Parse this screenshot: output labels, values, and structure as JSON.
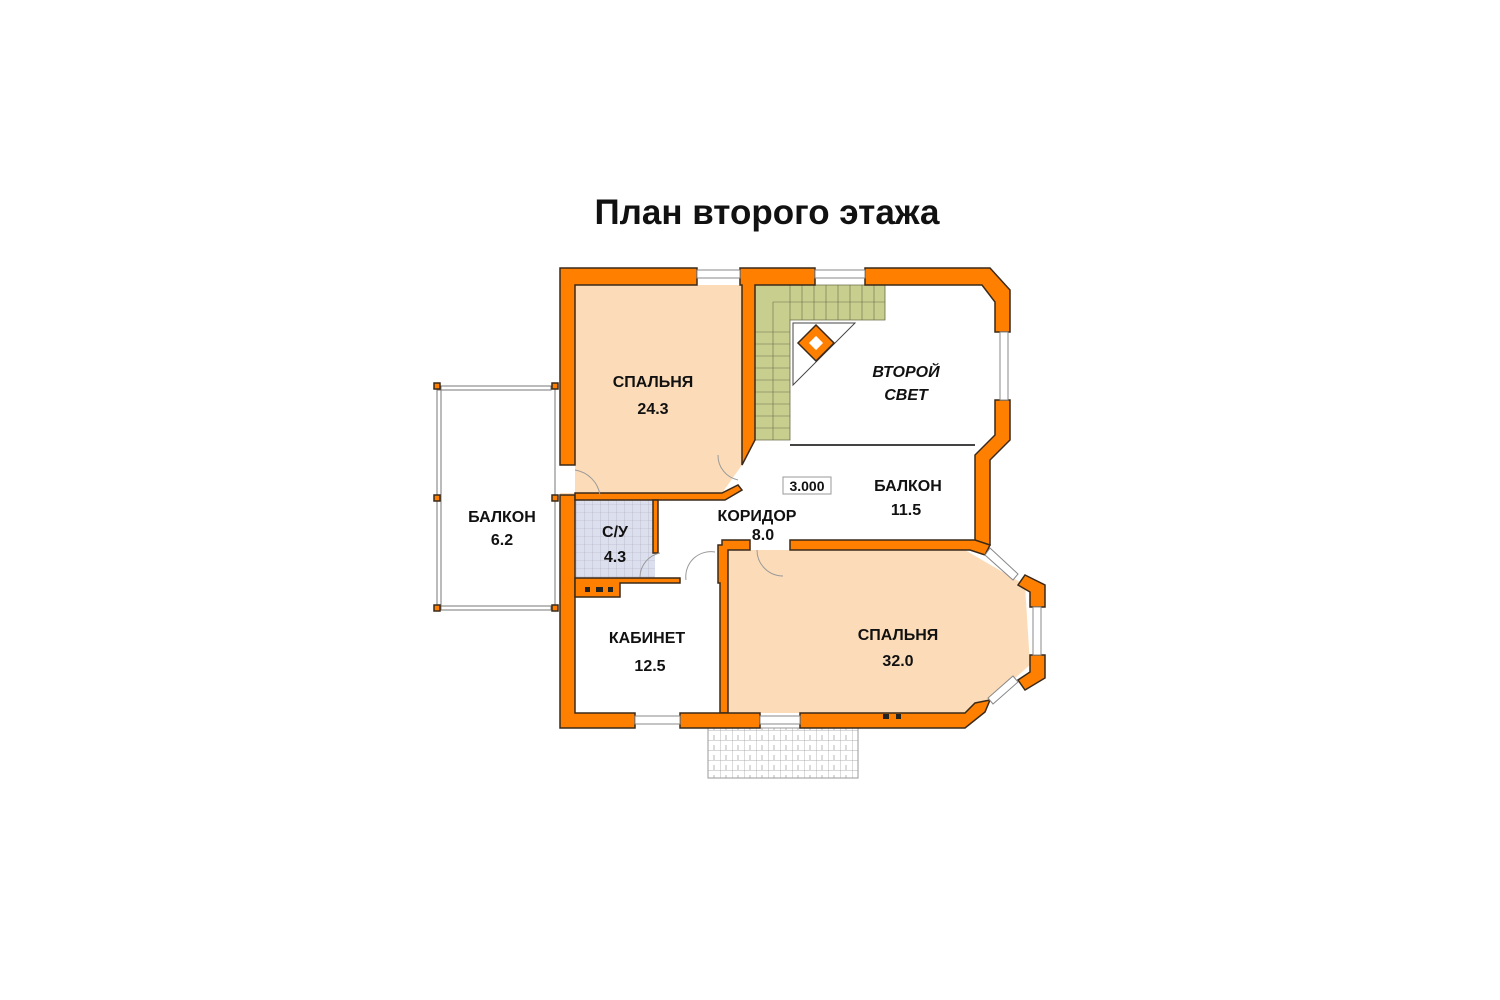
{
  "title": "План второго этажа",
  "colors": {
    "wall": "#ff7f00",
    "bedroom_floor": "#fcdcb8",
    "stairs": "#c8cf8e",
    "bathroom": "#dcdfee"
  },
  "rooms": [
    {
      "name": "СПАЛЬНЯ",
      "area": "24.3"
    },
    {
      "name": "БАЛКОН",
      "area": "6.2"
    },
    {
      "name": "С/У",
      "area": "4.3"
    },
    {
      "name": "КОРИДОР",
      "area": "8.0"
    },
    {
      "name": "КАБИНЕТ",
      "area": "12.5"
    },
    {
      "name": "СПАЛЬНЯ",
      "area": "32.0"
    },
    {
      "name": "БАЛКОН",
      "area": "11.5"
    }
  ],
  "second_light": {
    "line1": "ВТОРОЙ",
    "line2": "СВЕТ"
  },
  "level_mark": "3.000"
}
